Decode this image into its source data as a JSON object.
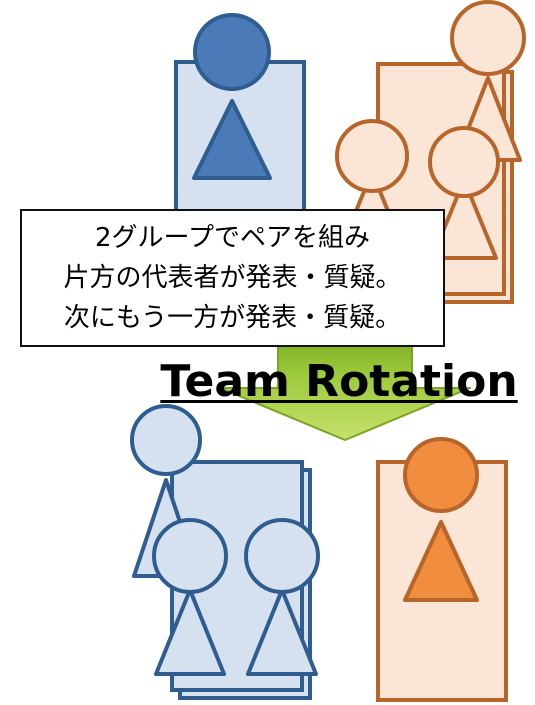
{
  "callout": {
    "lines": [
      "2グループでペアを組み",
      "片方の代表者が発表・質疑。",
      "次にもう一方が発表・質疑。"
    ]
  },
  "title": "Team Rotation",
  "colors": {
    "blue_stroke": "#2f5d8f",
    "blue_fill_active": "#4a7ab8",
    "blue_fill_light": "#d6e1f0",
    "orange_stroke": "#b8652a",
    "orange_fill_active": "#f08d3f",
    "orange_fill_light": "#fbe5d6",
    "arrow_green": "#8cb92c"
  },
  "icons": [
    "presenter-person-icon",
    "listener-person-icon",
    "down-arrow-icon"
  ]
}
